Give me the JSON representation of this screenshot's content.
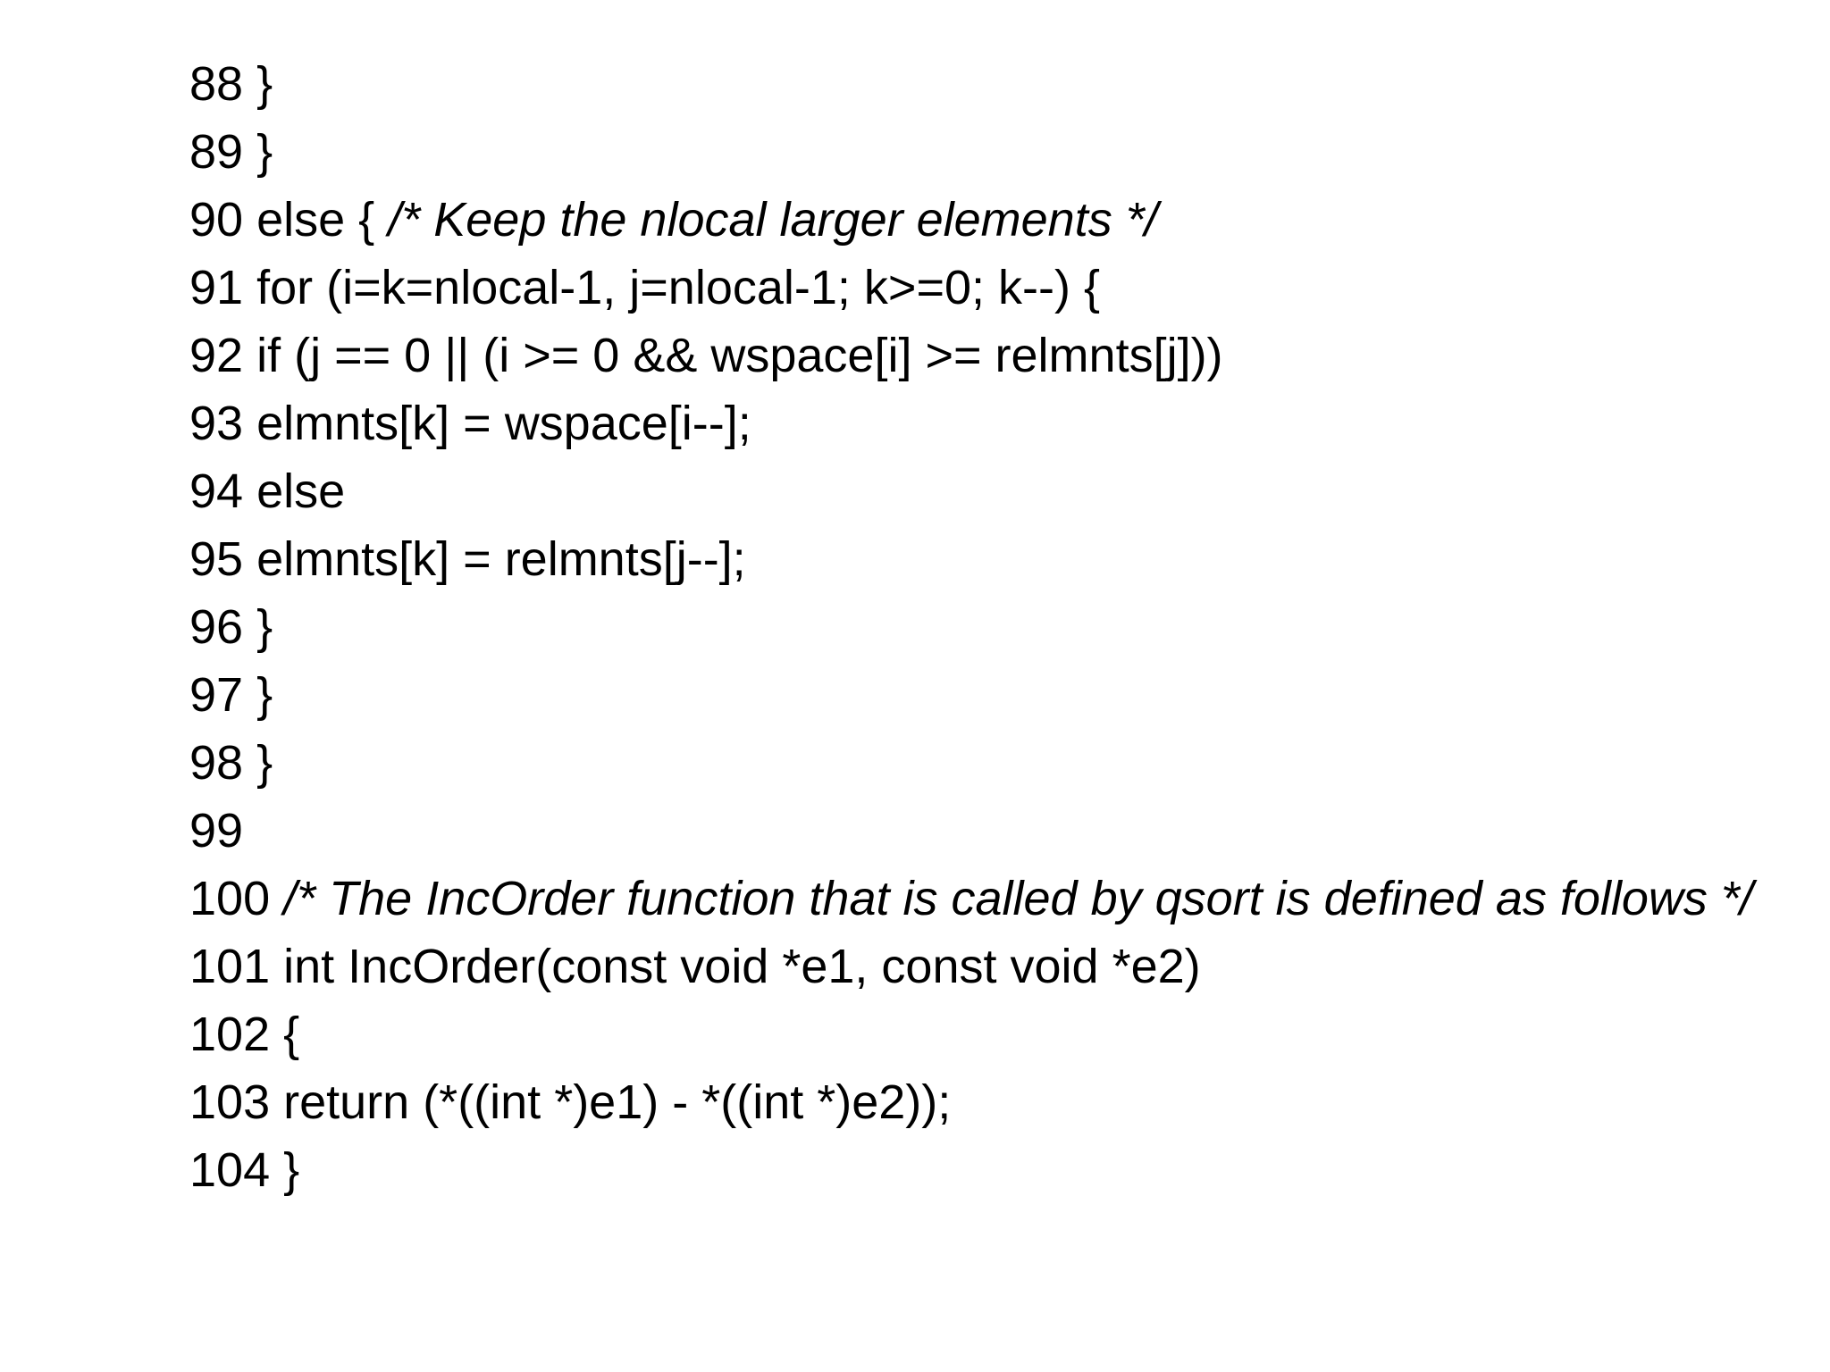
{
  "lines": [
    {
      "num": "88",
      "text": "}",
      "comment": ""
    },
    {
      "num": "89",
      "text": "}",
      "comment": ""
    },
    {
      "num": "90",
      "text": "else {",
      "comment": "/* Keep the nlocal larger elements */"
    },
    {
      "num": "91",
      "text": "for (i=k=nlocal-1, j=nlocal-1; k>=0; k--) {",
      "comment": ""
    },
    {
      "num": "92",
      "text": "if (j == 0 || (i >= 0 && wspace[i] >= relmnts[j]))",
      "comment": ""
    },
    {
      "num": "93",
      "text": "elmnts[k] = wspace[i--];",
      "comment": ""
    },
    {
      "num": "94",
      "text": "else",
      "comment": ""
    },
    {
      "num": "95",
      "text": "elmnts[k] = relmnts[j--];",
      "comment": ""
    },
    {
      "num": "96",
      "text": "}",
      "comment": ""
    },
    {
      "num": "97",
      "text": "}",
      "comment": ""
    },
    {
      "num": "98",
      "text": "}",
      "comment": ""
    },
    {
      "num": "99",
      "text": "",
      "comment": ""
    },
    {
      "num": "100",
      "text": "",
      "comment": "/* The IncOrder function that is called by qsort is defined as follows */"
    },
    {
      "num": "101",
      "text": "int IncOrder(const void *e1, const void *e2)",
      "comment": ""
    },
    {
      "num": "102",
      "text": "{",
      "comment": ""
    },
    {
      "num": "103",
      "text": "return (*((int *)e1) - *((int *)e2));",
      "comment": ""
    },
    {
      "num": "104",
      "text": "}",
      "comment": ""
    }
  ]
}
